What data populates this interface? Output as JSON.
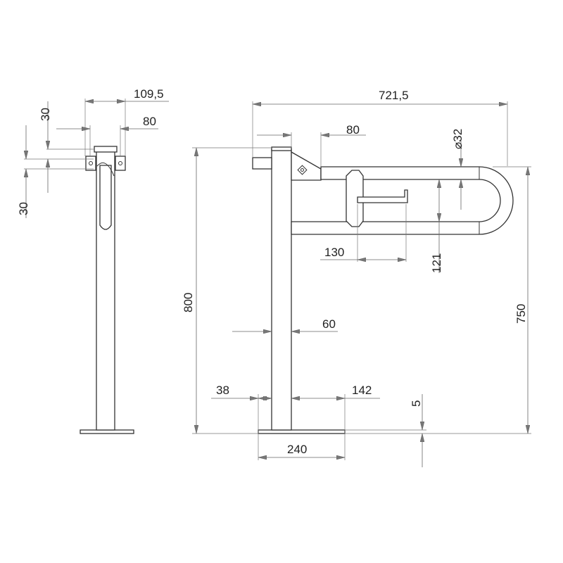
{
  "dimensions": {
    "front_width": "109,5",
    "front_bracket": "80",
    "front_upper": "30",
    "front_lower": "30",
    "total_length": "721,5",
    "plate_width": "80",
    "tube_diameter": "⌀32",
    "total_height": "800",
    "bar_height": "750",
    "holder_length": "130",
    "bar_spacing": "121",
    "post_width": "60",
    "base_left": "38",
    "base_right": "142",
    "base_width": "240",
    "base_thickness": "5"
  }
}
